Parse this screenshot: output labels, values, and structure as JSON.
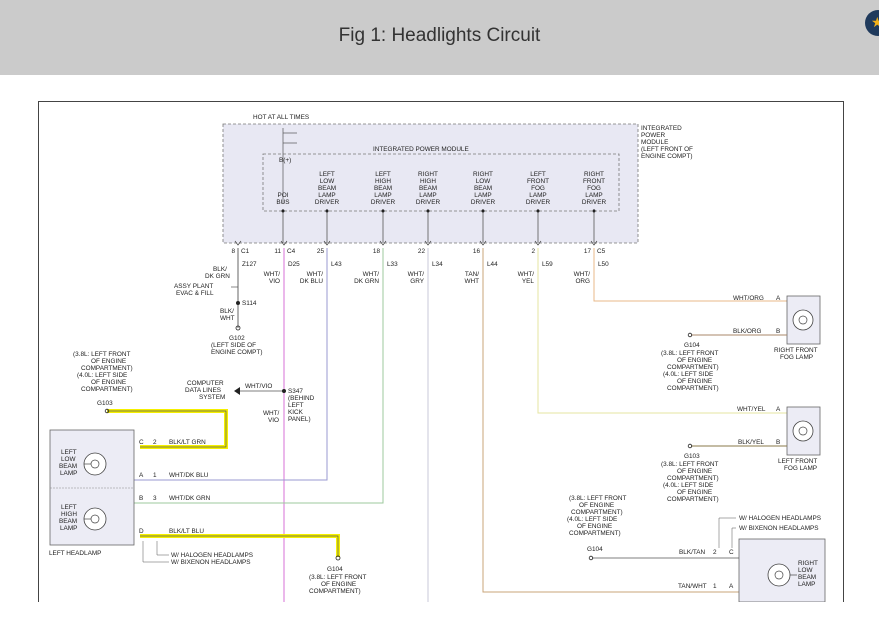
{
  "header": {
    "title": "Fig 1: Headlights Circuit"
  },
  "badge": {
    "icon": "star-icon"
  },
  "colors": {
    "header_bg": "#cbcbcb",
    "highlight": "#f5f000",
    "violet_wire": "#e6a6e6",
    "green_wire": "#9cc99c",
    "blue_wire": "#9a9ad0",
    "orange_wire": "#e8b98a",
    "tan_wire": "#c9a47a",
    "yellow_wire": "#e5e5a0",
    "brown_wire": "#a8876a"
  },
  "module": {
    "hot_label": "HOT AT ALL TIMES",
    "title": "INTEGRATED POWER MODULE",
    "side_label": [
      "INTEGRATED",
      "POWER",
      "MODULE",
      "(LEFT FRONT OF",
      "ENGINE COMPT)"
    ],
    "bplus": "B(+)",
    "drivers": [
      {
        "lines": [
          "POI",
          "BUS"
        ]
      },
      {
        "lines": [
          "LEFT",
          "LOW",
          "BEAM",
          "LAMP",
          "DRIVER"
        ]
      },
      {
        "lines": [
          "LEFT",
          "HIGH",
          "BEAM",
          "LAMP",
          "DRIVER"
        ]
      },
      {
        "lines": [
          "RIGHT",
          "HIGH",
          "BEAM",
          "LAMP",
          "DRIVER"
        ]
      },
      {
        "lines": [
          "RIGHT",
          "LOW",
          "BEAM",
          "LAMP",
          "DRIVER"
        ]
      },
      {
        "lines": [
          "LEFT",
          "FRONT",
          "FOG",
          "LAMP",
          "DRIVER"
        ]
      },
      {
        "lines": [
          "RIGHT",
          "FRONT",
          "FOG",
          "LAMP",
          "DRIVER"
        ]
      }
    ]
  },
  "pins": [
    {
      "pin": "8",
      "conn": "C1"
    },
    {
      "pin": "11",
      "conn": "C4"
    },
    {
      "pin": "25",
      "conn": ""
    },
    {
      "pin": "18",
      "conn": ""
    },
    {
      "pin": "22",
      "conn": ""
    },
    {
      "pin": "16",
      "conn": ""
    },
    {
      "pin": "2",
      "conn": ""
    },
    {
      "pin": "17",
      "conn": "C5"
    }
  ],
  "circuits": [
    "Z127",
    "D25",
    "L43",
    "L33",
    "L34",
    "L44",
    "L59",
    "L50"
  ],
  "wire_colors": [
    [
      "BLK/",
      "DK GRN"
    ],
    [
      "WHT/",
      "VIO"
    ],
    [
      "WHT/",
      "DK BLU"
    ],
    [
      "WHT/",
      "DK GRN"
    ],
    [
      "WHT/",
      "GRY"
    ],
    [
      "TAN/",
      "WHT"
    ],
    [
      "WHT/",
      "YEL"
    ],
    [
      "WHT/",
      "ORG"
    ]
  ],
  "ground_left": {
    "assy": [
      "ASSY PLANT",
      "EVAC & FILL"
    ],
    "splice": "S114",
    "wire": [
      "BLK/",
      "WHT"
    ],
    "ground": "G102",
    "ground_loc": [
      "(LEFT SIDE OF",
      "ENGINE COMPT)"
    ]
  },
  "data_lines": {
    "label": [
      "COMPUTER",
      "DATA LINES",
      "SYSTEM"
    ],
    "wire": "WHT/VIO",
    "splice": "S347",
    "splice_loc": [
      "(BEHIND",
      "LEFT",
      "KICK",
      "PANEL)"
    ],
    "wire2": [
      "WHT/",
      "VIO"
    ]
  },
  "g103_left": {
    "loc": [
      "(3.8L: LEFT FRONT",
      "OF ENGINE",
      "COMPARTMENT)",
      "(4.0L: LEFT SIDE",
      "OF ENGINE",
      "COMPARTMENT)"
    ],
    "ground": "G103"
  },
  "left_headlamp": {
    "label": "LEFT HEADLAMP",
    "low": [
      "LEFT",
      "LOW",
      "BEAM",
      "LAMP"
    ],
    "high": [
      "LEFT",
      "HIGH",
      "BEAM",
      "LAMP"
    ],
    "rows": [
      {
        "term": "C",
        "pin": "2",
        "wire": "BLK/LT GRN"
      },
      {
        "term": "A",
        "pin": "1",
        "wire": "WHT/DK BLU"
      },
      {
        "term": "B",
        "pin": "3",
        "wire": "WHT/DK GRN"
      },
      {
        "term": "D",
        "pin": "",
        "wire": "BLK/LT BLU"
      }
    ],
    "notes": [
      "W/ HALOGEN HEADLAMPS",
      "W/ BIXENON HEADLAMPS"
    ]
  },
  "g104_left": {
    "ground": "G104",
    "loc": [
      "(3.8L: LEFT FRONT",
      "OF ENGINE",
      "COMPARTMENT)"
    ]
  },
  "right_fog": {
    "label": [
      "RIGHT FRONT",
      "FOG LAMP"
    ],
    "rows": [
      {
        "wire": "WHT/ORG",
        "term": "A"
      },
      {
        "wire": "BLK/ORG",
        "term": "B"
      }
    ],
    "ground": "G104",
    "loc": [
      "(3.8L: LEFT FRONT",
      "OF ENGINE",
      "COMPARTMENT)",
      "(4.0L: LEFT SIDE",
      "OF ENGINE",
      "COMPARTMENT)"
    ]
  },
  "left_fog": {
    "label": [
      "LEFT FRONT",
      "FOG LAMP"
    ],
    "rows": [
      {
        "wire": "WHT/YEL",
        "term": "A"
      },
      {
        "wire": "BLK/YEL",
        "term": "B"
      }
    ],
    "ground": "G103",
    "loc": [
      "(3.8L: LEFT FRONT",
      "OF ENGINE",
      "COMPARTMENT)",
      "(4.0L: LEFT SIDE",
      "OF ENGINE",
      "COMPARTMENT)"
    ]
  },
  "right_low": {
    "label": [
      "RIGHT",
      "LOW",
      "BEAM",
      "LAMP"
    ],
    "notes": [
      "W/ HALOGEN HEADLAMPS",
      "W/ BIXENON HEADLAMPS"
    ],
    "rows": [
      {
        "wire": "BLK/TAN",
        "pin": "2",
        "term": "C"
      },
      {
        "wire": "TAN/WHT",
        "pin": "1",
        "term": "A"
      }
    ],
    "ground": "G104",
    "loc": [
      "(3.8L: LEFT FRONT",
      "OF ENGINE",
      "COMPARTMENT)",
      "(4.0L: LEFT SIDE",
      "OF ENGINE",
      "COMPARTMENT)"
    ]
  }
}
